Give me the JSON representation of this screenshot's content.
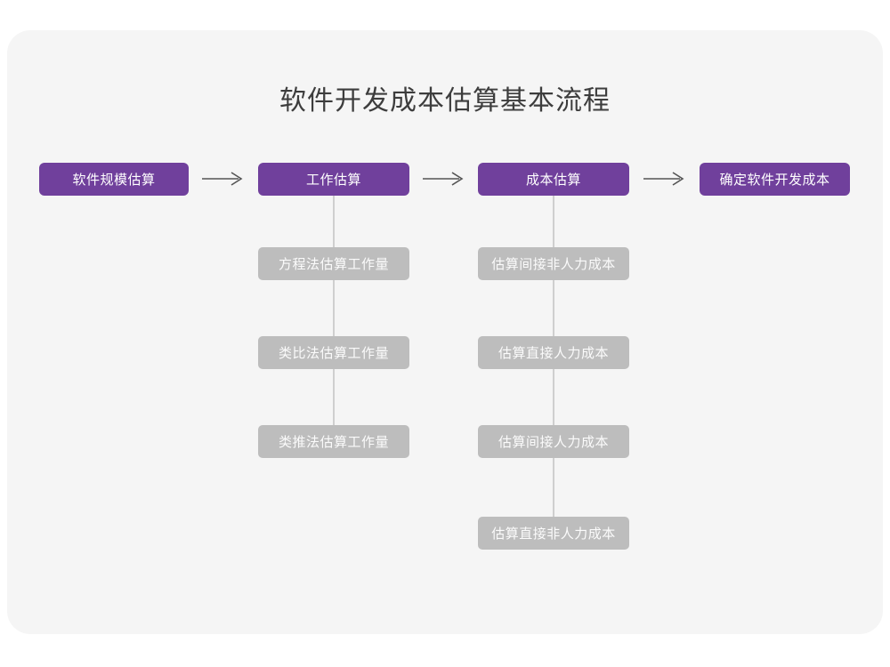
{
  "page": {
    "title": "软件开发成本估算基本流程",
    "background_color": "#ffffff",
    "card_color": "#f5f5f5"
  },
  "colors": {
    "primary": "#70409c",
    "secondary": "#bdbdbd",
    "connector": "#cfcfcf",
    "arrow": "#555555",
    "title_text": "#3d3d3d",
    "node_text": "#ffffff"
  },
  "flow": {
    "main_steps": [
      {
        "id": "scale",
        "label": "软件规模估算"
      },
      {
        "id": "effort",
        "label": "工作估算"
      },
      {
        "id": "cost",
        "label": "成本估算"
      },
      {
        "id": "final",
        "label": "确定软件开发成本"
      }
    ],
    "arrows": [
      {
        "id": "arrow-1",
        "from": "scale",
        "to": "effort",
        "glyph": "arrow-right-icon"
      },
      {
        "id": "arrow-2",
        "from": "effort",
        "to": "cost",
        "glyph": "arrow-right-icon"
      },
      {
        "id": "arrow-3",
        "from": "cost",
        "to": "final",
        "glyph": "arrow-right-icon"
      }
    ],
    "branches": [
      {
        "parent": "effort",
        "parent_label": "工作估算",
        "items": [
          "方程法估算工作量",
          "类比法估算工作量",
          "类推法估算工作量"
        ]
      },
      {
        "parent": "cost",
        "parent_label": "成本估算",
        "items": [
          "估算间接非人力成本",
          "估算直接人力成本",
          "估算间接人力成本",
          "估算直接非人力成本"
        ]
      }
    ]
  }
}
